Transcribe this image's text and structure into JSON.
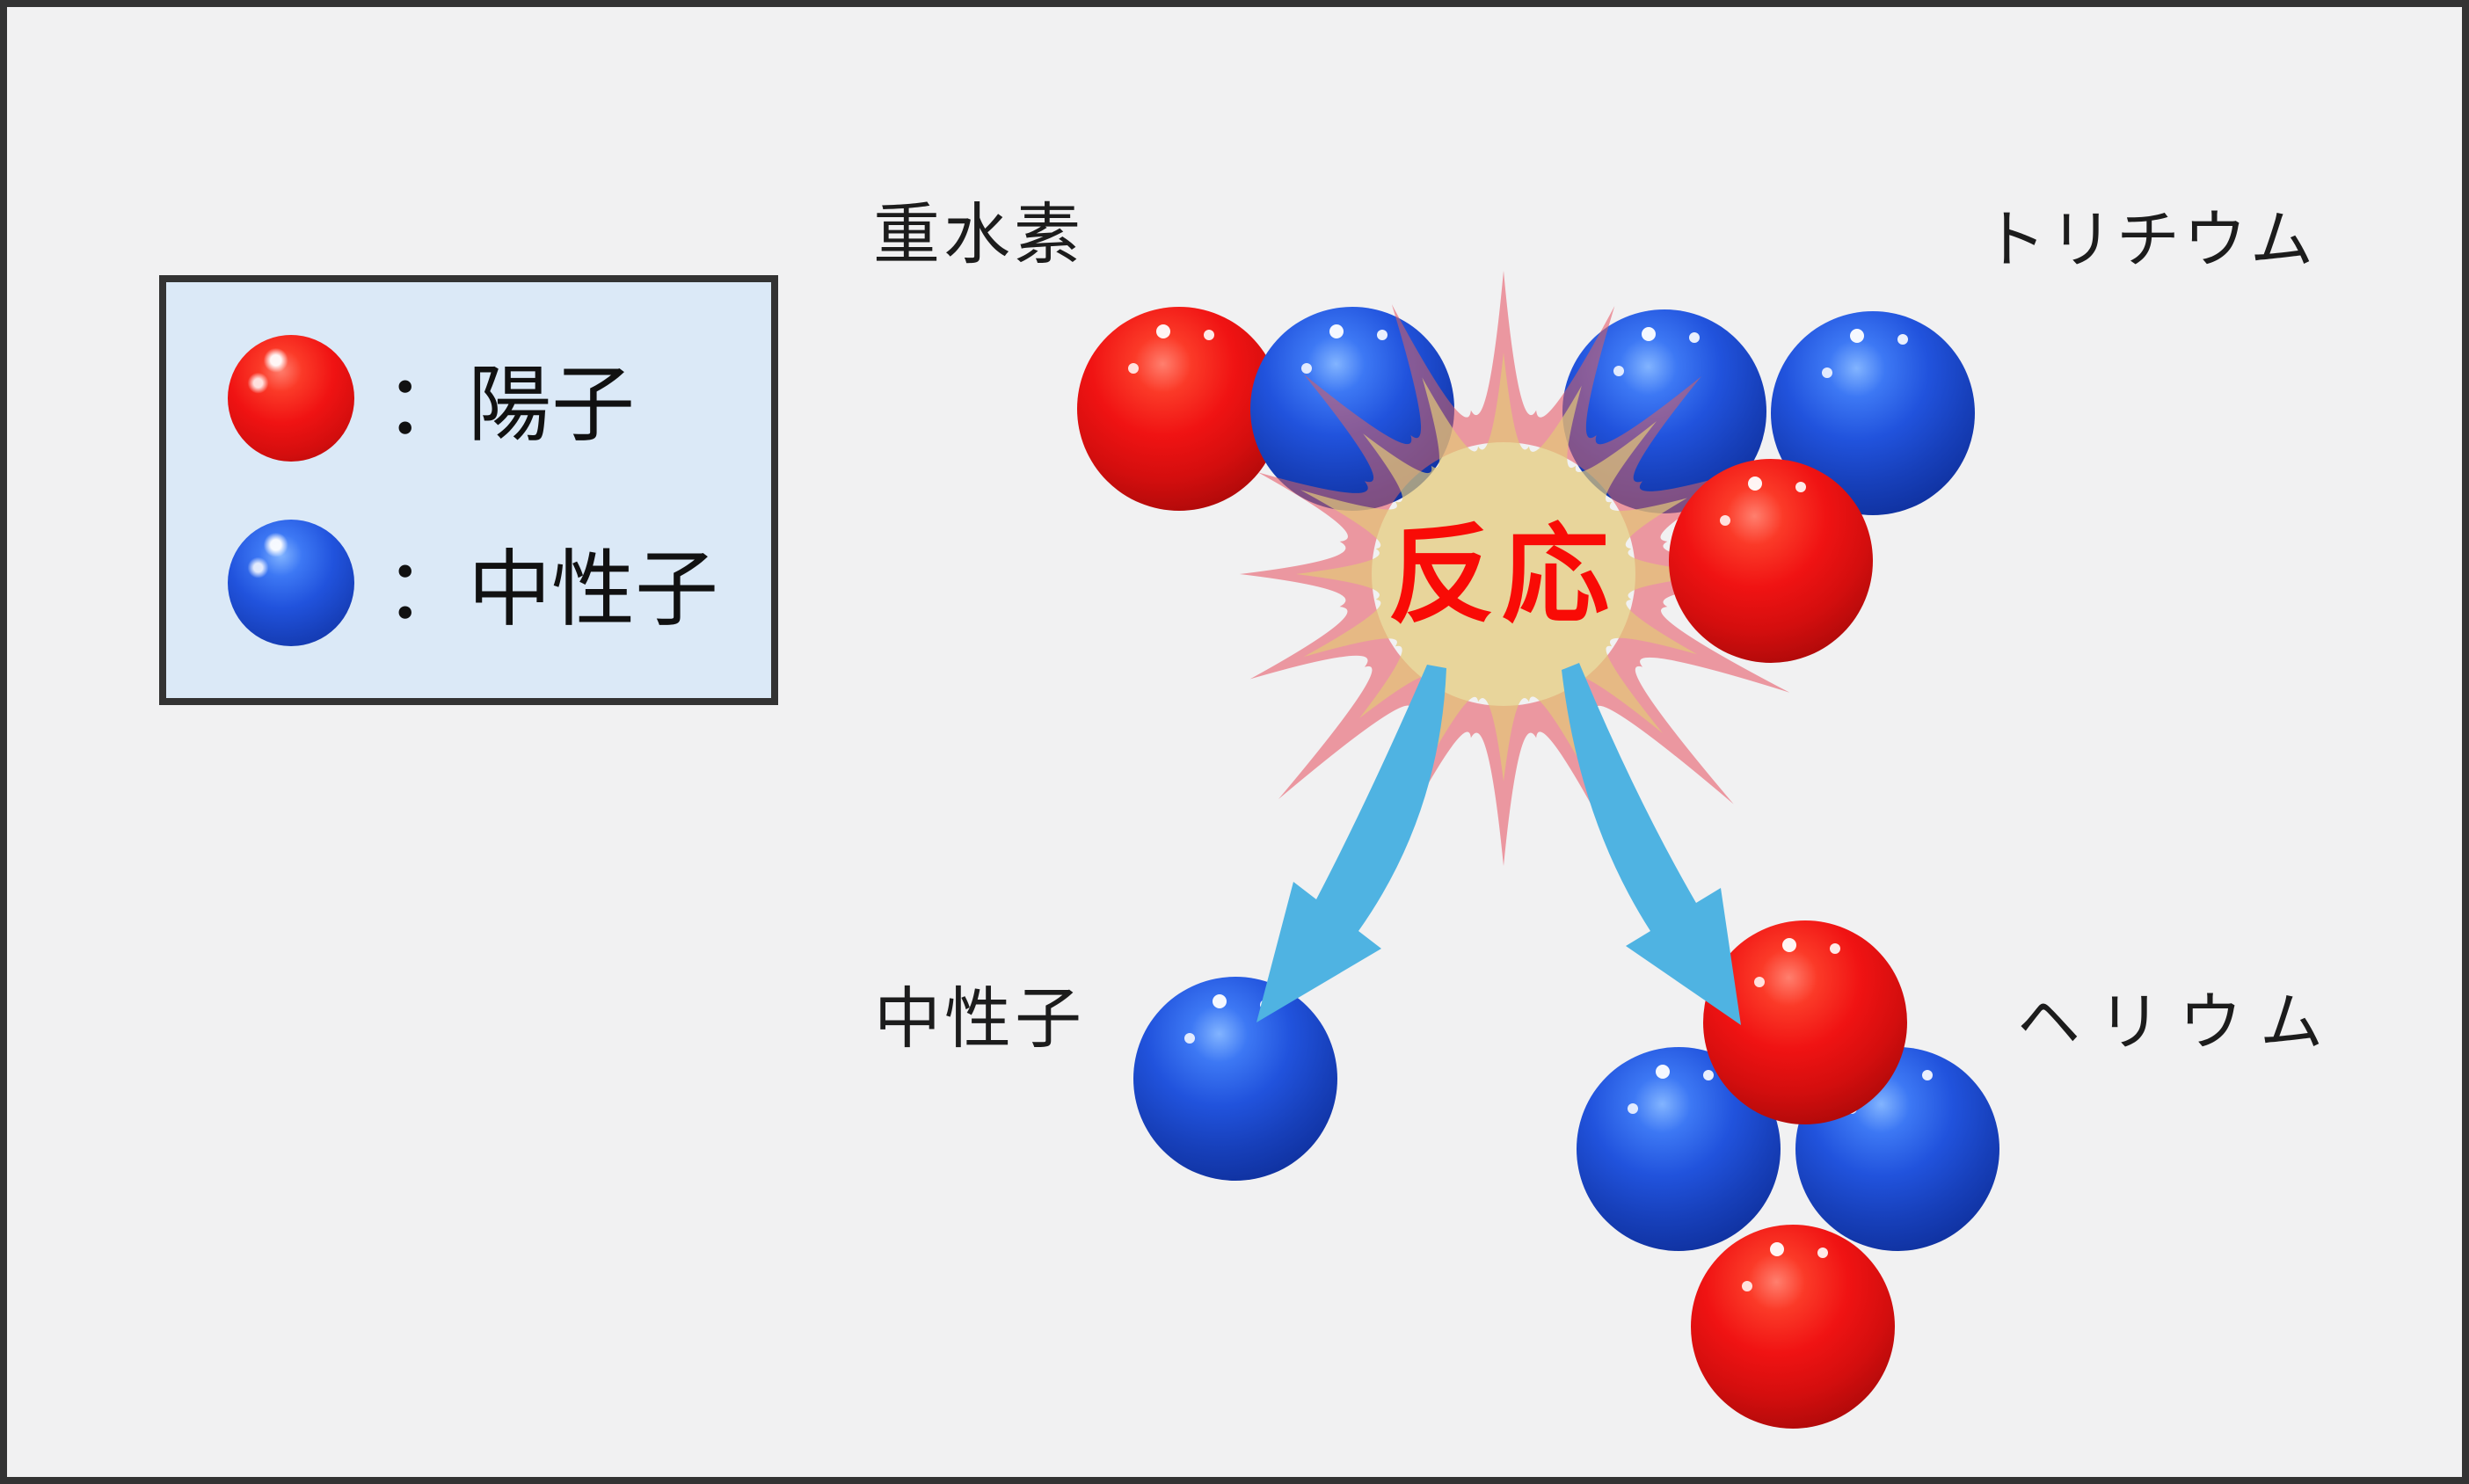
{
  "legend": {
    "items": [
      {
        "id": "proton",
        "symbol": "red-sphere",
        "label": "：陽子"
      },
      {
        "id": "neutron",
        "symbol": "blue-sphere",
        "label": "：中性子"
      }
    ]
  },
  "labels": {
    "deuterium": "重水素",
    "tritium": "トリチウム",
    "reaction": "反応",
    "neutron": "中性子",
    "helium": "ヘリウム"
  },
  "colors": {
    "background": "#f1f1f2",
    "frame_border": "#333333",
    "legend_background": "#dbe9f7",
    "legend_border": "#333333",
    "proton_red": "#f01313",
    "neutron_blue": "#2153dd",
    "burst_pink": "#f49aa4",
    "burst_yellow": "#ecd998",
    "reaction_text": "#f90b06",
    "arrow_blue": "#4fb3e2",
    "label_text": "#1c1c1c"
  },
  "clusters": {
    "deuterium": {
      "protons": 1,
      "neutrons": 1
    },
    "tritium": {
      "protons": 1,
      "neutrons": 2
    },
    "neutron_product": {
      "neutrons": 1
    },
    "helium": {
      "protons": 2,
      "neutrons": 2
    }
  }
}
